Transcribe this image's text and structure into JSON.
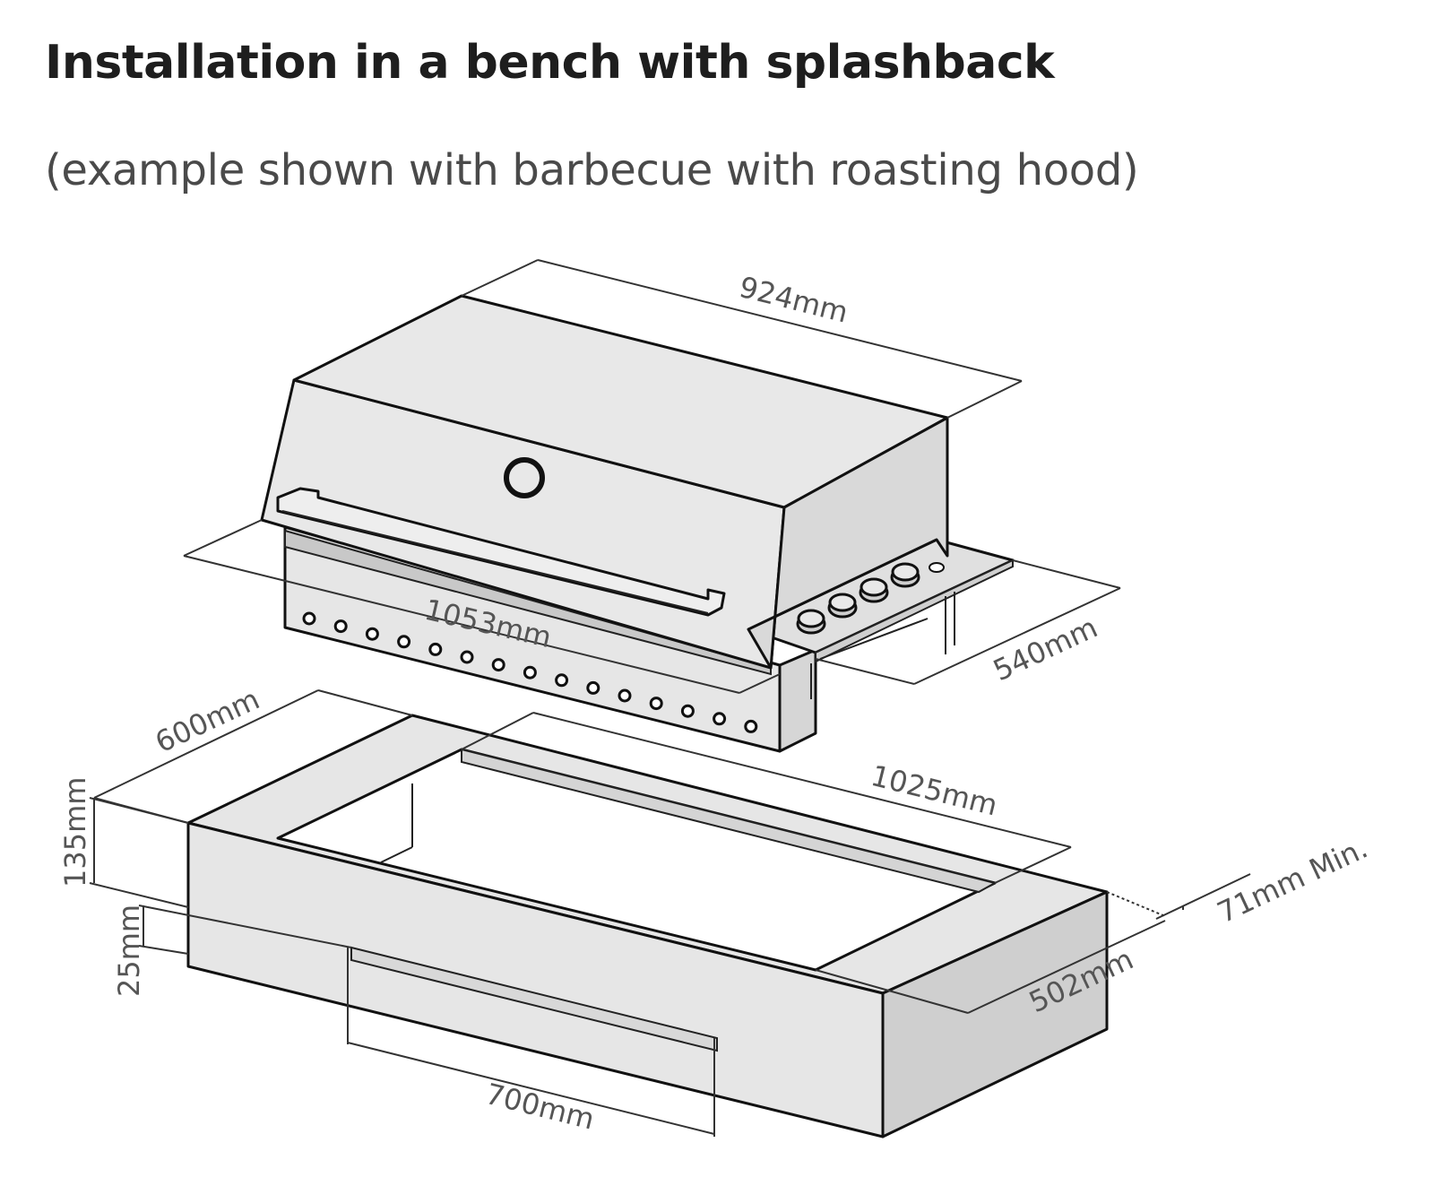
{
  "heading": {
    "title": "Installation in a bench with splashback",
    "subtitle": "(example shown with barbecue with roasting hood)"
  },
  "dimensions": {
    "bbq_hood_width": "924mm",
    "bbq_overall_width": "1053mm",
    "bbq_depth": "540mm",
    "bench_depth": "600mm",
    "cutout_width": "1025mm",
    "splashback_clearance": "71mm Min.",
    "bench_height": "135mm",
    "front_panel_offset": "25mm",
    "cutout_depth": "502mm",
    "front_access_width": "700mm"
  },
  "colors": {
    "panel_fill": "#e6e6e6",
    "shadow_fill": "#cfcfcf",
    "line": "#111111",
    "label": "#555555"
  }
}
